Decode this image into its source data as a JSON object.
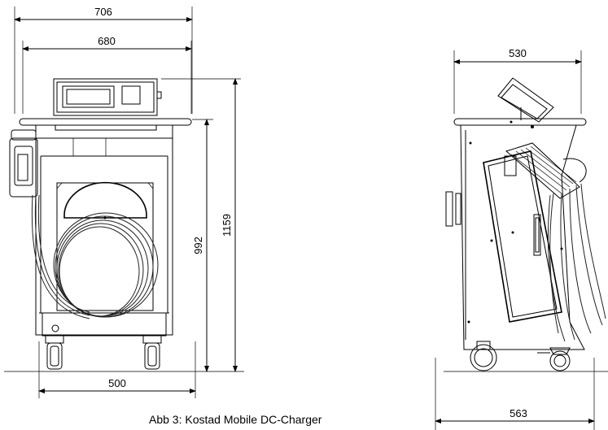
{
  "dimensions": {
    "front_total_width": "706",
    "front_frame_width": "680",
    "front_height_body": "992",
    "front_height_total": "1159",
    "front_wheelbase": "500",
    "side_top_width": "530",
    "side_bottom_width": "563"
  },
  "caption": "Abb 3: Kostad Mobile DC-Charger"
}
